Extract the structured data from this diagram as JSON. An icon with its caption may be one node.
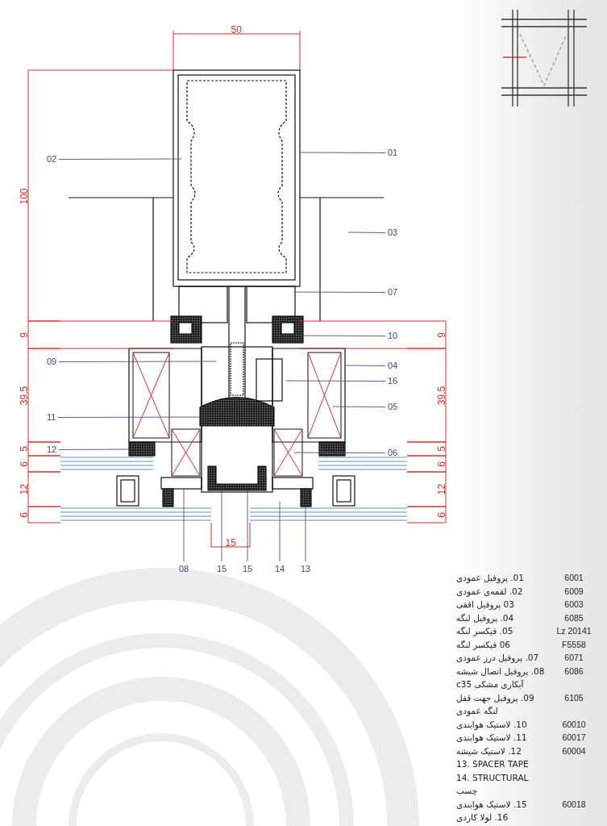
{
  "diagram": {
    "nodes": [
      {
        "text": [
          "02"
        ]
      },
      {
        "text": [
          "01"
        ]
      },
      {
        "text": [
          "03"
        ]
      },
      {
        "text": [
          "07"
        ]
      },
      {
        "text": [
          "10"
        ]
      },
      {
        "text": [
          "09"
        ]
      },
      {
        "text": [
          "04"
        ]
      },
      {
        "text": [
          "16"
        ]
      },
      {
        "text": [
          "05"
        ]
      },
      {
        "text": [
          "11"
        ]
      },
      {
        "text": [
          "12"
        ]
      },
      {
        "text": [
          "06"
        ]
      },
      {
        "text": [
          "08"
        ]
      },
      {
        "text": [
          "15"
        ]
      },
      {
        "text": [
          "15"
        ]
      },
      {
        "text": [
          "14"
        ]
      },
      {
        "text": [
          "13"
        ]
      }
    ],
    "edges": [
      {
        "from": 0,
        "to": null,
        "arrow": "none"
      },
      {
        "from": 1,
        "to": null,
        "arrow": "none"
      },
      {
        "from": 2,
        "to": null,
        "arrow": "none"
      },
      {
        "from": 3,
        "to": null,
        "arrow": "none"
      },
      {
        "from": 4,
        "to": null,
        "arrow": "none"
      },
      {
        "from": 5,
        "to": null,
        "arrow": "none"
      },
      {
        "from": 6,
        "to": null,
        "arrow": "none"
      },
      {
        "from": 7,
        "to": null,
        "arrow": "none"
      },
      {
        "from": 8,
        "to": null,
        "arrow": "none"
      },
      {
        "from": 9,
        "to": null,
        "arrow": "none"
      },
      {
        "from": 10,
        "to": null,
        "arrow": "none"
      },
      {
        "from": 11,
        "to": null,
        "arrow": "none"
      },
      {
        "from": 12,
        "to": null,
        "arrow": "none"
      },
      {
        "from": 13,
        "to": null,
        "arrow": "none"
      },
      {
        "from": 14,
        "to": null,
        "arrow": "none"
      },
      {
        "from": 15,
        "to": null,
        "arrow": "none"
      },
      {
        "from": 16,
        "to": null,
        "arrow": "none"
      }
    ],
    "labels": [
      "50",
      "100",
      "9",
      "9",
      "39.5",
      "39.5",
      "5",
      "5",
      "6",
      "6",
      "12",
      "12",
      "6",
      "6",
      "15",
      "01. پروفیل عمودی",
      "6001",
      "02. لقمه‌ی عمودی",
      "6009",
      "03 پروفیل افقی",
      "6003",
      "04. پروفیل لنگه",
      "6085",
      "05. فیکسر لنگه",
      "Lz 20141",
      "06 فیکسر لنگه",
      "F5558",
      "07. پروفیل درز عمودی",
      "6071",
      "08. پروفیل اتصال شیشه آبکاری مشکی c35",
      "6086",
      "09. پروفیل جهت قفل لنگه عمودی",
      "6105",
      "10. لاستیک هوابندی",
      "60010",
      "11. لاستیک هوابندی",
      "60017",
      "12. لاستیک شیشه",
      "60004",
      "13. SPACER TAPE",
      "14. STRUCTURAL چسب",
      "15. لاستیک هوابندی",
      "60018",
      "16. لولا کاردی"
    ]
  }
}
